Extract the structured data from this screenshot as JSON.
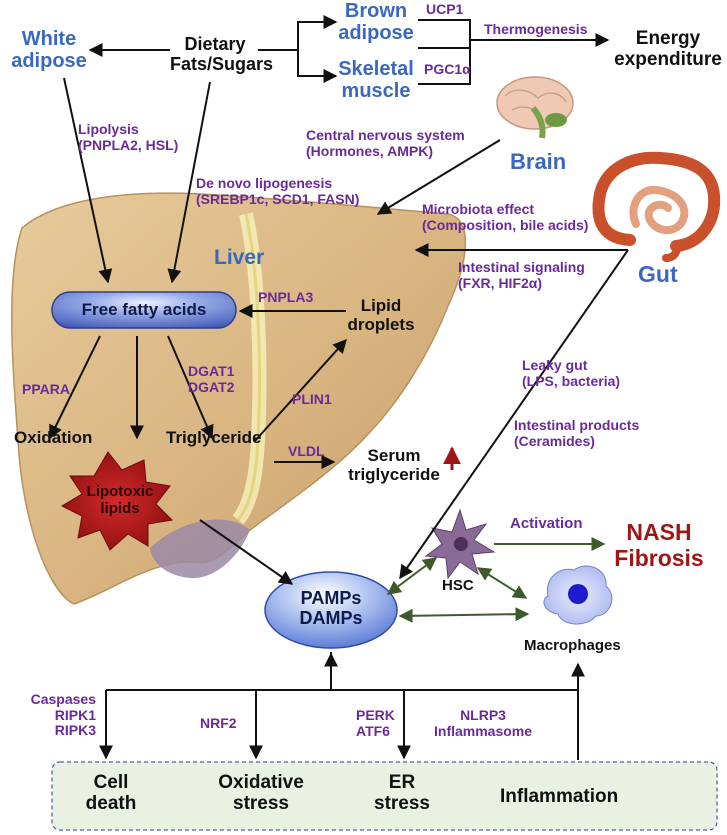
{
  "colors": {
    "organ_label": "#3a68c0",
    "pathway": "#6a2a9a",
    "outcome": "#a01616",
    "link": "#3d5a2a",
    "liver": "#d9b785",
    "outcome_box": "#e9f1e3"
  },
  "icons": [
    "brain-icon",
    "gut-icon",
    "hsc-cell-icon",
    "macrophage-icon",
    "liver-illustration"
  ],
  "sources": {
    "dietary": [
      "Dietary",
      "Fats/Sugars"
    ],
    "white_adipose": [
      "White",
      "adipose"
    ],
    "brown_adipose": [
      "Brown",
      "adipose"
    ],
    "skeletal_muscle": [
      "Skeletal",
      "muscle"
    ],
    "energy": [
      "Energy",
      "expenditure"
    ]
  },
  "pathways": {
    "ucp1": "UCP1",
    "pgc1a": "PGC1α",
    "thermogenesis": "Thermogenesis",
    "lipolysis": [
      "Lipolysis",
      "(PNPLA2, HSL)"
    ],
    "cns": [
      "Central nervous system",
      "(Hormones, AMPK)"
    ],
    "de_novo": [
      "De novo lipogenesis",
      "(SREBP1c, SCD1, FASN)"
    ],
    "microbiota": [
      "Microbiota effect",
      "(Composition, bile acids)"
    ],
    "intestinal_signaling": [
      "Intestinal signaling",
      "(FXR, HIF2α)"
    ],
    "pnpla3": "PNPLA3",
    "pparа": "PPARA",
    "dgat": [
      "DGAT1",
      "DGAT2"
    ],
    "plin1": "PLIN1",
    "vldl": "VLDL",
    "leaky_gut": [
      "Leaky gut",
      "(LPS, bacteria)"
    ],
    "intestinal_products": [
      "Intestinal  products",
      "(Ceramides)"
    ],
    "activation": "Activation",
    "caspases": [
      "Caspases",
      "RIPK1",
      "RIPK3"
    ],
    "nrf2": "NRF2",
    "perk": [
      "PERK",
      "ATF6"
    ],
    "nlrp3": [
      "NLRP3",
      "Inflammasome"
    ]
  },
  "organs": {
    "brain": "Brain",
    "gut": "Gut",
    "liver": "Liver"
  },
  "liver_nodes": {
    "ffa": "Free fatty acids",
    "lipid_droplets": [
      "Lipid",
      "droplets"
    ],
    "oxidation": "Oxidation",
    "triglyceride": "Triglyceride",
    "serum_tg": [
      "Serum",
      "triglyceride"
    ],
    "lipotoxic": [
      "Lipotoxic",
      "lipids"
    ]
  },
  "immune": {
    "pamps": [
      "PAMPs",
      "DAMPs"
    ],
    "hsc": "HSC",
    "macrophages": "Macrophages",
    "nash": [
      "NASH",
      "Fibrosis"
    ]
  },
  "outcomes": {
    "cell_death": [
      "Cell",
      "death"
    ],
    "oxidative": [
      "Oxidative",
      "stress"
    ],
    "er_stress": [
      "ER",
      "stress"
    ],
    "inflammation": "Inflammation"
  }
}
